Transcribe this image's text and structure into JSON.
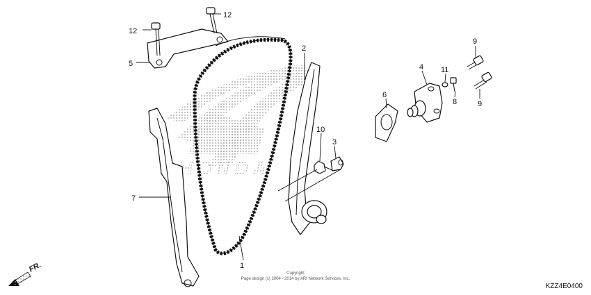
{
  "labels": {
    "p1": "1",
    "p2": "2",
    "p3": "3",
    "p4": "4",
    "p5": "5",
    "p6": "6",
    "p7": "7",
    "p8": "8",
    "p9a": "9",
    "p9b": "9",
    "p10": "10",
    "p11": "11",
    "p12a": "12",
    "p12b": "12"
  },
  "watermark": {
    "text": "HONDA"
  },
  "copyright": {
    "line1": "Copyright",
    "line2": "Page design (c) 2004 - 2014 by ARI Network Services, Inc."
  },
  "direction": {
    "label": "FR."
  },
  "diagram_code": "KZZ4E0400",
  "colors": {
    "line": "#111111",
    "watermark": "#9a9a9a"
  }
}
